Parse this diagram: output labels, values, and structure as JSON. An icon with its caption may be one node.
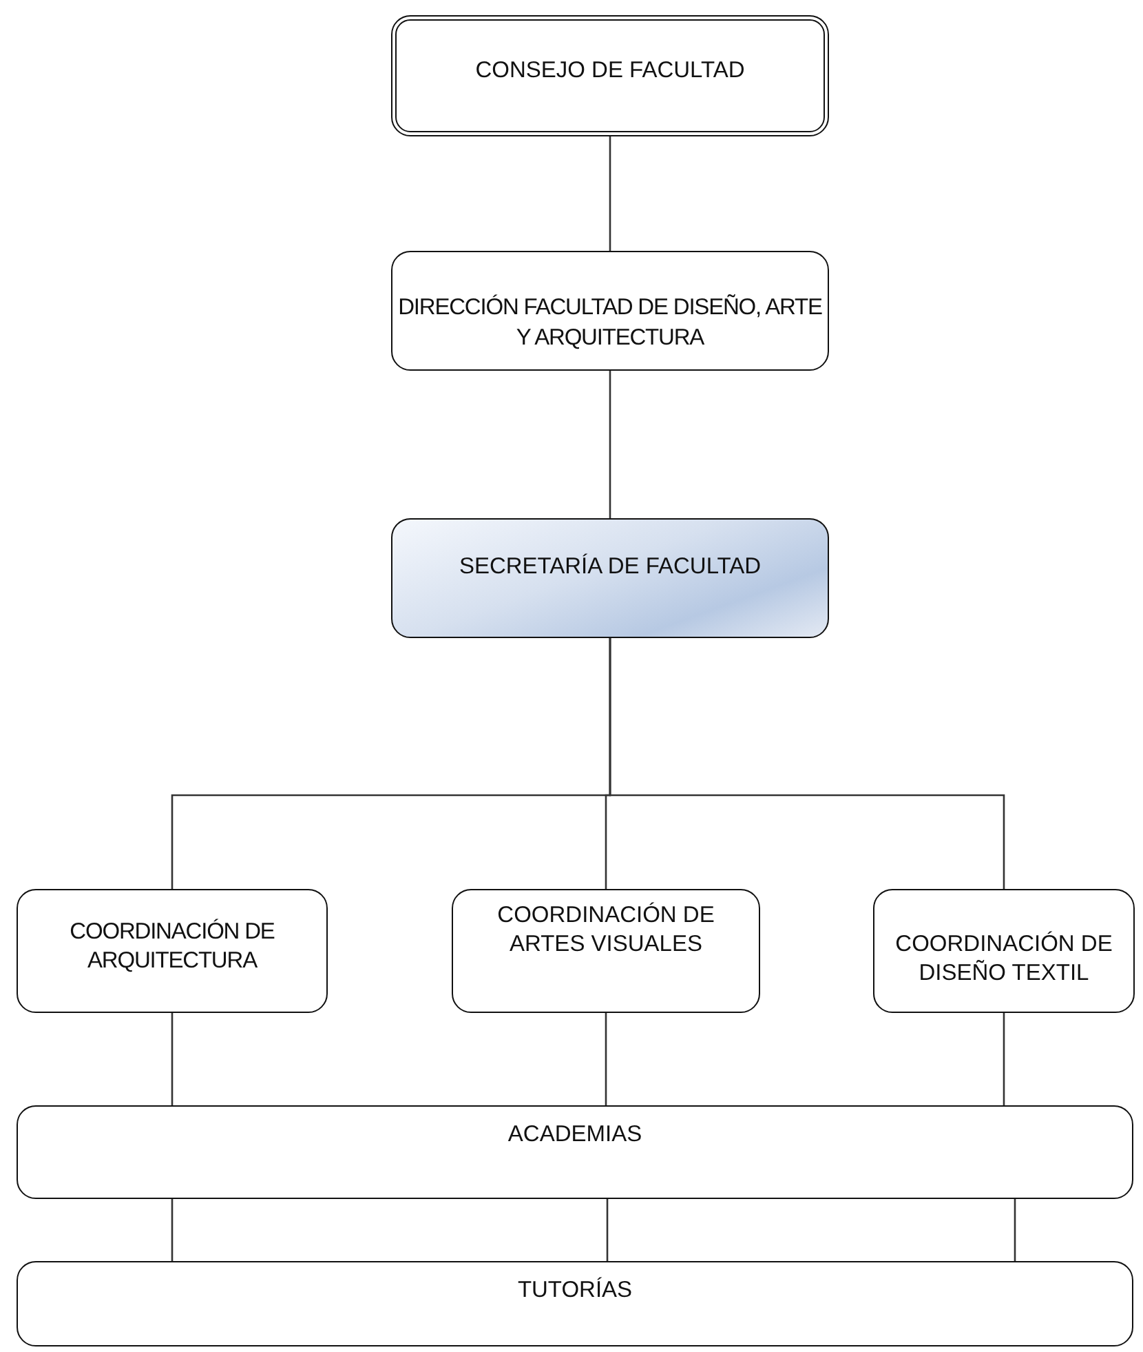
{
  "diagram": {
    "nodes": [
      {
        "text": [
          "CONSEJO DE FACULTAD"
        ]
      },
      {
        "text": [
          "DIRECCIÓN FACULTAD DE DISEÑO, ARTE Y ARQUITECTURA"
        ]
      },
      {
        "text": [
          "SECRETARÍA DE FACULTAD"
        ]
      },
      {
        "text": [
          "COORDINACIÓN DE ARQUITECTURA"
        ]
      },
      {
        "text": [
          "COORDINACIÓN DE ARTES VISUALES"
        ]
      },
      {
        "text": [
          "COORDINACIÓN DE DISEÑO TEXTIL"
        ]
      },
      {
        "text": [
          "ACADEMIAS"
        ]
      },
      {
        "text": [
          "TUTORÍAS"
        ]
      }
    ],
    "edges": [
      {
        "from": 0,
        "to": 1,
        "arrow": "none"
      },
      {
        "from": 1,
        "to": 2,
        "arrow": "none"
      },
      {
        "from": 2,
        "to": 3,
        "arrow": "none"
      },
      {
        "from": 2,
        "to": 4,
        "arrow": "none"
      },
      {
        "from": 2,
        "to": 5,
        "arrow": "none"
      },
      {
        "from": 3,
        "to": 6,
        "arrow": "none"
      },
      {
        "from": 4,
        "to": 6,
        "arrow": "none"
      },
      {
        "from": 5,
        "to": 6,
        "arrow": "none"
      },
      {
        "from": 6,
        "to": 7,
        "arrow": "none"
      },
      {
        "from": 6,
        "to": 7,
        "arrow": "none"
      },
      {
        "from": 6,
        "to": 7,
        "arrow": "none"
      }
    ]
  }
}
